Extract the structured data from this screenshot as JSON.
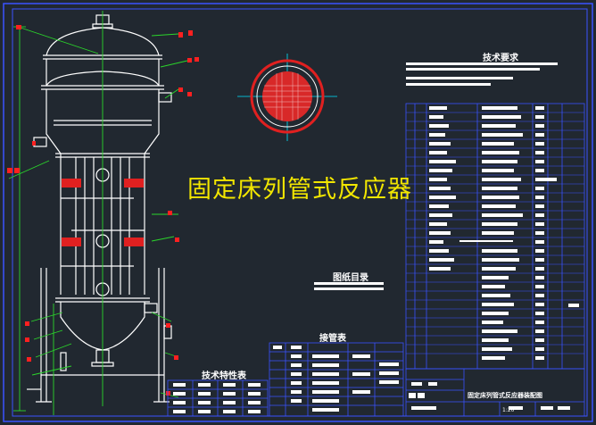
{
  "drawing": {
    "title": "固定床列管式反应器",
    "technical_requirements_heading": "技术要求",
    "drawing_index_heading": "图纸目录",
    "nozzle_table_heading": "接管表",
    "technical_characteristics_heading": "技术特性表",
    "title_block_name": "固定床列管式反应器装配图",
    "scale": "1:20"
  },
  "colors": {
    "background": "#212830",
    "frame": "#3a52ff",
    "equipment": "#ffffff",
    "dimension": "#2bd62b",
    "callout": "#ff2020",
    "title": "#f2e600",
    "centerline": "#00e5ff"
  }
}
